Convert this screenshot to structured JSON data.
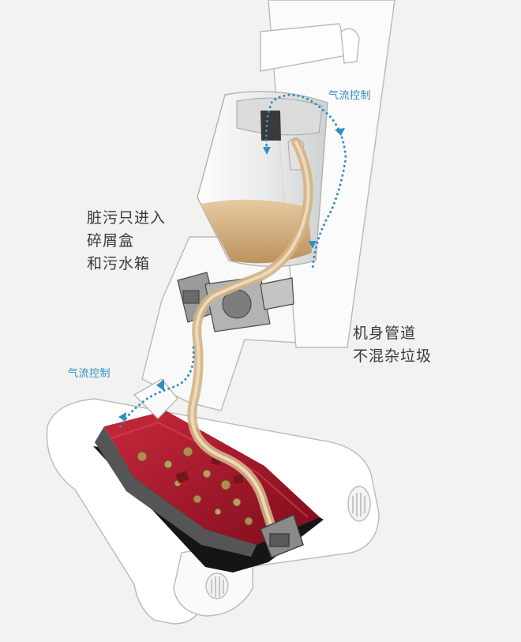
{
  "labels": {
    "airflow_top": "气流控制",
    "airflow_bottom": "气流控制",
    "dirt_path": [
      "脏污只进入",
      "碎屑盒",
      "和污水箱"
    ],
    "body_pipe": [
      "机身管道",
      "不混杂垃圾"
    ]
  },
  "colors": {
    "background": "#f2f2f0",
    "airflow": "#2f8fc0",
    "brush_red": "#a8162a",
    "dirty_water": "#d6b488",
    "caption_text": "#3a3a3a"
  }
}
